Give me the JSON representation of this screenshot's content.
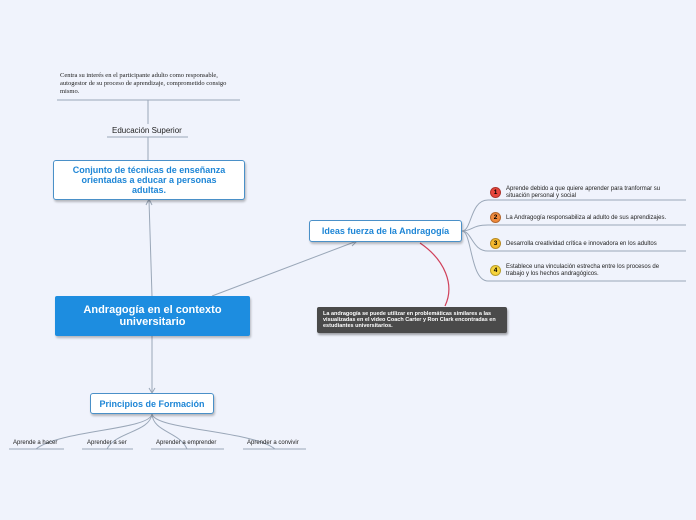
{
  "central": {
    "label": "Andragogía en el contexto universitario"
  },
  "conjunto": {
    "label": "Conjunto de técnicas de enseñanza orientadas a educar a personas adultas.",
    "child": "Educación Superior",
    "note": "Centra su interés en el participante adulto como responsable, autogestor de su proceso de aprendizaje, comprometido consigo mismo."
  },
  "ideas": {
    "label": "Ideas fuerza de la Andragogía",
    "items": [
      {
        "number": "1",
        "text": "Aprende debido a que quiere aprender para tranformar su situación personal y social",
        "color": "#e8453c"
      },
      {
        "number": "2",
        "text": "La Andragogía responsabiliza al adulto de sus aprendizajes.",
        "color": "#f08a3c"
      },
      {
        "number": "3",
        "text": "Desarrolla creatividad crítica e innovadora en los adultos",
        "color": "#f5b82e"
      },
      {
        "number": "4",
        "text": "Establece una vinculación estrecha entre los procesos de trabajo y los hechos andragógicos.",
        "color": "#f7d43c"
      }
    ],
    "callout": "La andragogía se puede utilizar en problemáticas similares a las visualizadas en el video Coach Carter y Ron Clark encontradas en estudiantes universitarios."
  },
  "principios": {
    "label": "Principios de Formación",
    "items": [
      "Aprende a hacer",
      "Aprender a ser",
      "Aprender a emprender",
      "Aprender a convivir"
    ]
  },
  "colors": {
    "central": "#1d8de0",
    "topic_text": "#1e86d6",
    "background": "#f0f3fc",
    "relationship": "#d0405a"
  }
}
